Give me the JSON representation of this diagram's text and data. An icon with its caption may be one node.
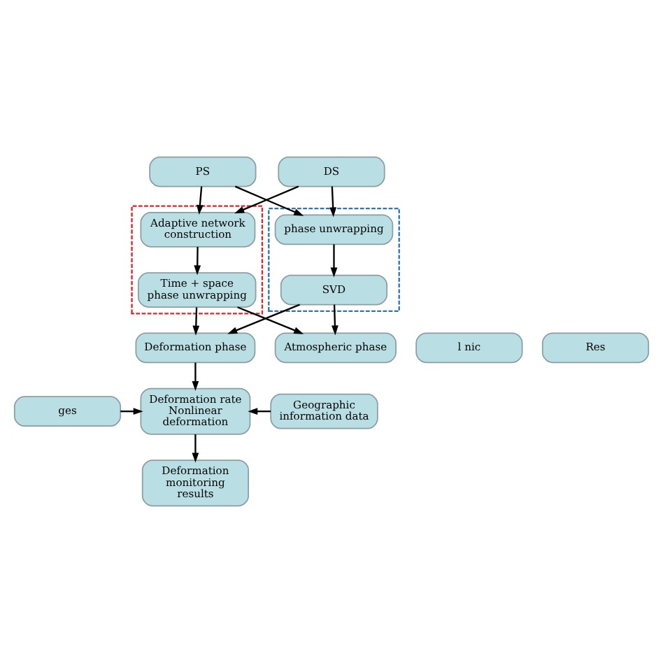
{
  "diagram": {
    "nodes": [
      {
        "text": [
          "PS"
        ]
      },
      {
        "text": [
          "DS"
        ]
      },
      {
        "text": [],
        "shape": "box"
      },
      {
        "text": [
          "Adaptive network construction"
        ],
        "in": 2
      },
      {
        "text": [
          "Time + space  phase unwrapping"
        ],
        "in": 2
      },
      {
        "text": [],
        "shape": "box"
      },
      {
        "text": [
          "phase unwrapping"
        ],
        "in": 5
      },
      {
        "text": [
          "SVD"
        ],
        "in": 5
      },
      {
        "text": [
          "l nic"
        ]
      },
      {
        "text": [
          "Deformation phase"
        ]
      },
      {
        "text": [
          "Atmospheric phase"
        ]
      },
      {
        "text": [
          "Res"
        ]
      },
      {
        "text": [
          "ges"
        ]
      },
      {
        "text": [
          "Deformation rate Nonlinear deformation"
        ]
      },
      {
        "text": [
          "Geographic information data"
        ]
      },
      {
        "text": [
          "Deformation monitoring results"
        ]
      }
    ],
    "edges": [
      {
        "from": 0,
        "to": 3,
        "arrow": "to"
      },
      {
        "from": 0,
        "to": 6,
        "arrow": "to"
      },
      {
        "from": 1,
        "to": 3,
        "arrow": "to"
      },
      {
        "from": 1,
        "to": 6,
        "arrow": "to"
      },
      {
        "from": 3,
        "to": 4,
        "arrow": "to"
      },
      {
        "from": 6,
        "to": 7,
        "arrow": "to"
      },
      {
        "from": 4,
        "to": 9,
        "arrow": "to"
      },
      {
        "from": 4,
        "to": 10,
        "arrow": "to"
      },
      {
        "from": 7,
        "to": 9,
        "arrow": "to"
      },
      {
        "from": 7,
        "to": 10,
        "arrow": "to"
      },
      {
        "from": 9,
        "to": 13,
        "arrow": "to"
      },
      {
        "from": 12,
        "to": 13,
        "arrow": "to"
      },
      {
        "from": 14,
        "to": 13,
        "arrow": "to"
      },
      {
        "from": 13,
        "to": 15,
        "arrow": "to"
      }
    ]
  }
}
